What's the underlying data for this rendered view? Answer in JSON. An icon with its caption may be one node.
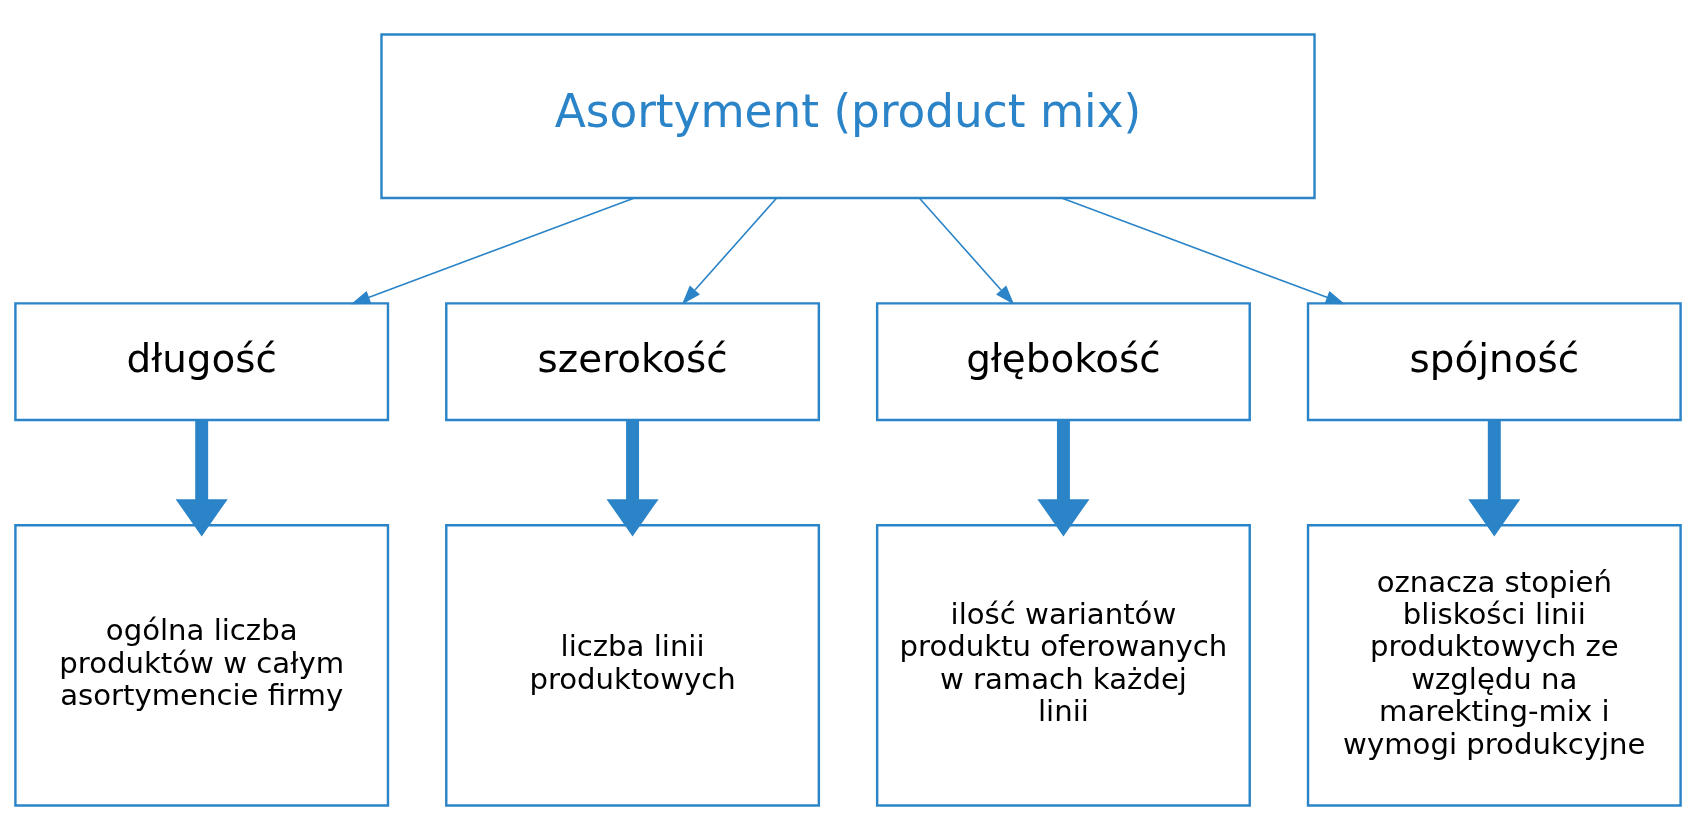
{
  "diagram": {
    "nodes": [
      {
        "text": [
          "Asortyment (product mix)"
        ]
      },
      {
        "text": [
          "długość"
        ]
      },
      {
        "text": [
          "szerokość"
        ]
      },
      {
        "text": [
          "głębokość"
        ]
      },
      {
        "text": [
          "spójność"
        ]
      },
      {
        "text": [
          "ogólna liczba produktów w całym asortymencie firmy"
        ]
      },
      {
        "text": [
          "liczba linii produktowych"
        ]
      },
      {
        "text": [
          "ilość wariantów produktu oferowanych w ramach każdej linii"
        ]
      },
      {
        "text": [
          "oznacza stopień bliskości linii produktowych ze względu na marekting-mix i wymogi produkcyjne"
        ]
      }
    ],
    "edges": [
      {
        "from": 0,
        "to": 1,
        "arrow": "to"
      },
      {
        "from": 0,
        "to": 2,
        "arrow": "to"
      },
      {
        "from": 0,
        "to": 3,
        "arrow": "to"
      },
      {
        "from": 0,
        "to": 4,
        "arrow": "to"
      },
      {
        "from": 1,
        "to": 5,
        "arrow": "to",
        "style": "thick",
        "color": "#2b84c8"
      },
      {
        "from": 2,
        "to": 6,
        "arrow": "to",
        "style": "thick",
        "color": "#2b84c8"
      },
      {
        "from": 3,
        "to": 7,
        "arrow": "to",
        "style": "thick",
        "color": "#2b84c8"
      },
      {
        "from": 4,
        "to": 8,
        "arrow": "to",
        "style": "thick",
        "color": "#2b84c8"
      }
    ]
  }
}
